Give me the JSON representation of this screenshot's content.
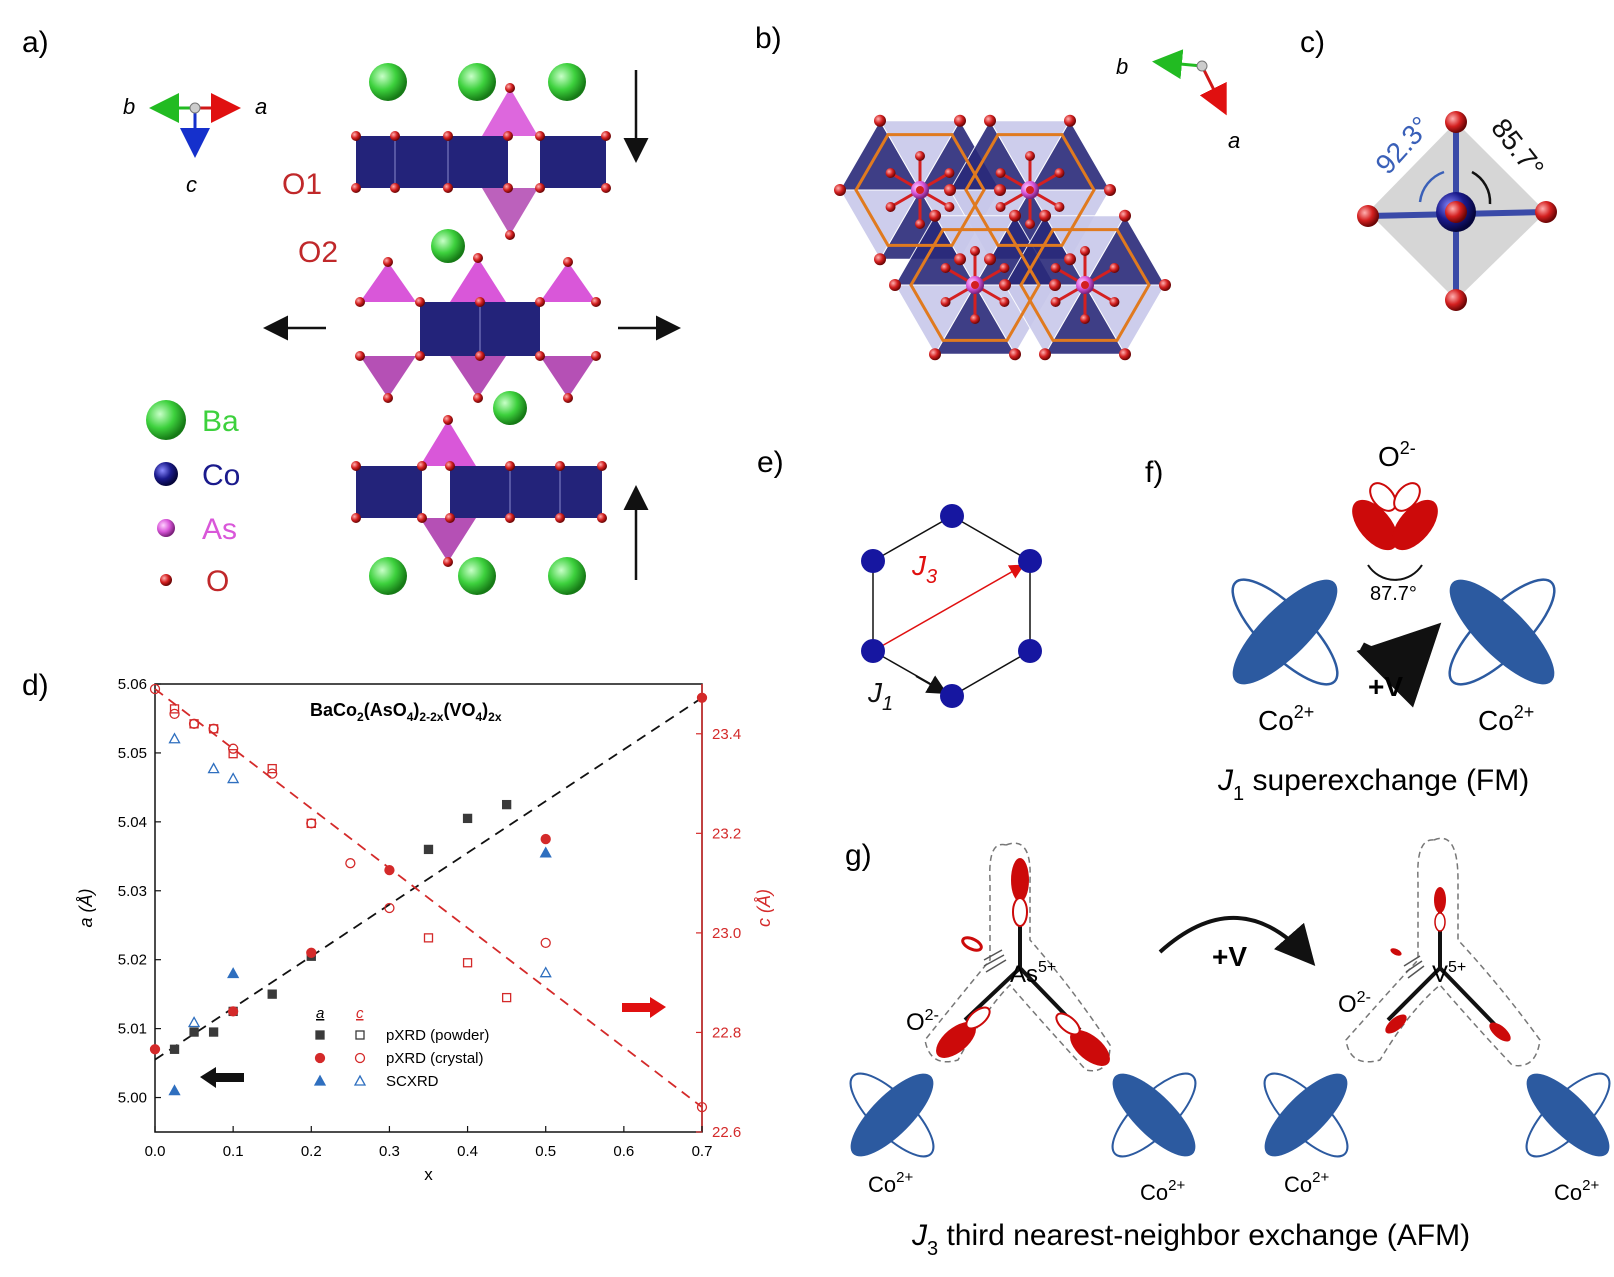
{
  "panels": {
    "a": "a)",
    "b": "b)",
    "c": "c)",
    "d": "d)",
    "e": "e)",
    "f": "f)",
    "g": "g)"
  },
  "panel_a": {
    "axis_b": "b",
    "axis_a": "a",
    "axis_c": "c",
    "o1": "O1",
    "o2": "O2",
    "legend": [
      {
        "label": "Ba",
        "color": "#3dd13d"
      },
      {
        "label": "Co",
        "color": "#1a1a8c"
      },
      {
        "label": "As",
        "color": "#d957d9"
      },
      {
        "label": "O",
        "color": "#d42020"
      }
    ],
    "colors": {
      "ba": "#3dd13d",
      "co_poly": "#23237a",
      "as_poly": "#d957d9",
      "o": "#d42020"
    }
  },
  "panel_b": {
    "axis_b": "b",
    "axis_a": "a",
    "honeycomb_color": "#e07a1f"
  },
  "panel_c": {
    "angle1": "92.3°",
    "angle2": "85.7°"
  },
  "panel_e": {
    "j3": "J",
    "j3_sub": "3",
    "j1": "J",
    "j1_sub": "1"
  },
  "panel_f": {
    "o_ion": "O",
    "o_charge": "2-",
    "angle": "87.7°",
    "co_left": "Co",
    "co_right": "Co",
    "co_charge": "2+",
    "arrow_label": "+V",
    "caption_j": "J",
    "caption_sub": "1",
    "caption_rest": " superexchange (FM)"
  },
  "panel_g": {
    "as_ion": "As",
    "as_charge": "5+",
    "v_ion": "V",
    "v_charge": "5+",
    "o_ion": "O",
    "o_charge": "2-",
    "co": "Co",
    "co_charge": "2+",
    "arrow_label": "+V",
    "caption_j": "J",
    "caption_sub": "3",
    "caption_rest": " third nearest-neighbor exchange (AFM)"
  },
  "chart_data": {
    "type": "scatter",
    "title_parts": [
      "BaCo",
      "2",
      "(AsO",
      "4",
      ")",
      "2-2x",
      "(VO",
      "4",
      ")",
      "2x"
    ],
    "xlabel": "x",
    "ylabel_left": "a (Å)",
    "ylabel_right": "c (Å)",
    "xlim": [
      0.0,
      0.7
    ],
    "ylim_left": [
      4.995,
      5.06
    ],
    "ylim_right": [
      22.6,
      23.5
    ],
    "xticks": [
      "0.0",
      "0.1",
      "0.2",
      "0.3",
      "0.4",
      "0.5",
      "0.6",
      "0.7"
    ],
    "yticks_left": [
      "5.00",
      "5.01",
      "5.02",
      "5.03",
      "5.04",
      "5.05",
      "5.06"
    ],
    "yticks_right": [
      "22.6",
      "22.8",
      "23.0",
      "23.2",
      "23.4"
    ],
    "legend_headers": [
      "a",
      "c"
    ],
    "legend": [
      "pXRD (powder)",
      "pXRD (crystal)",
      "SCXRD"
    ],
    "colors": {
      "a": "#3a3a3a",
      "c": "#d42a2a",
      "scxrd": "#2f6fbf"
    },
    "series": [
      {
        "name": "pXRD (powder)",
        "axis": "a",
        "marker": "square-filled",
        "x": [
          0.025,
          0.05,
          0.075,
          0.1,
          0.15,
          0.2,
          0.35,
          0.4,
          0.45
        ],
        "y": [
          5.007,
          5.0095,
          5.0095,
          5.0125,
          5.015,
          5.0205,
          5.036,
          5.0405,
          5.0425
        ]
      },
      {
        "name": "pXRD (powder)",
        "axis": "c",
        "marker": "square-open",
        "x": [
          0.025,
          0.05,
          0.075,
          0.1,
          0.15,
          0.2,
          0.35,
          0.4,
          0.45
        ],
        "y": [
          23.45,
          23.42,
          23.41,
          23.36,
          23.33,
          23.22,
          22.99,
          22.94,
          22.87
        ]
      },
      {
        "name": "pXRD (crystal)",
        "axis": "a",
        "marker": "circle-filled",
        "x": [
          0.0,
          0.1,
          0.2,
          0.3,
          0.5,
          0.7
        ],
        "y": [
          5.007,
          5.0125,
          5.021,
          5.033,
          5.0375,
          5.058
        ]
      },
      {
        "name": "pXRD (crystal)",
        "axis": "c",
        "marker": "circle-open",
        "x": [
          0.0,
          0.025,
          0.05,
          0.075,
          0.1,
          0.15,
          0.2,
          0.25,
          0.3,
          0.5,
          0.7
        ],
        "y": [
          23.49,
          23.44,
          23.42,
          23.41,
          23.37,
          23.32,
          23.22,
          23.14,
          23.05,
          22.98,
          22.65
        ]
      },
      {
        "name": "SCXRD",
        "axis": "a",
        "marker": "triangle-filled",
        "x": [
          0.025,
          0.1,
          0.5
        ],
        "y": [
          5.001,
          5.018,
          5.0355
        ]
      },
      {
        "name": "SCXRD",
        "axis": "c",
        "marker": "triangle-open",
        "x": [
          0.025,
          0.05,
          0.075,
          0.1,
          0.5
        ],
        "y": [
          23.39,
          22.82,
          23.33,
          23.31,
          22.92
        ]
      }
    ],
    "fits": [
      {
        "axis": "a",
        "x": [
          0.0,
          0.7
        ],
        "y": [
          5.0055,
          5.058
        ]
      },
      {
        "axis": "c",
        "x": [
          0.0,
          0.7
        ],
        "y": [
          23.49,
          22.65
        ]
      }
    ]
  }
}
